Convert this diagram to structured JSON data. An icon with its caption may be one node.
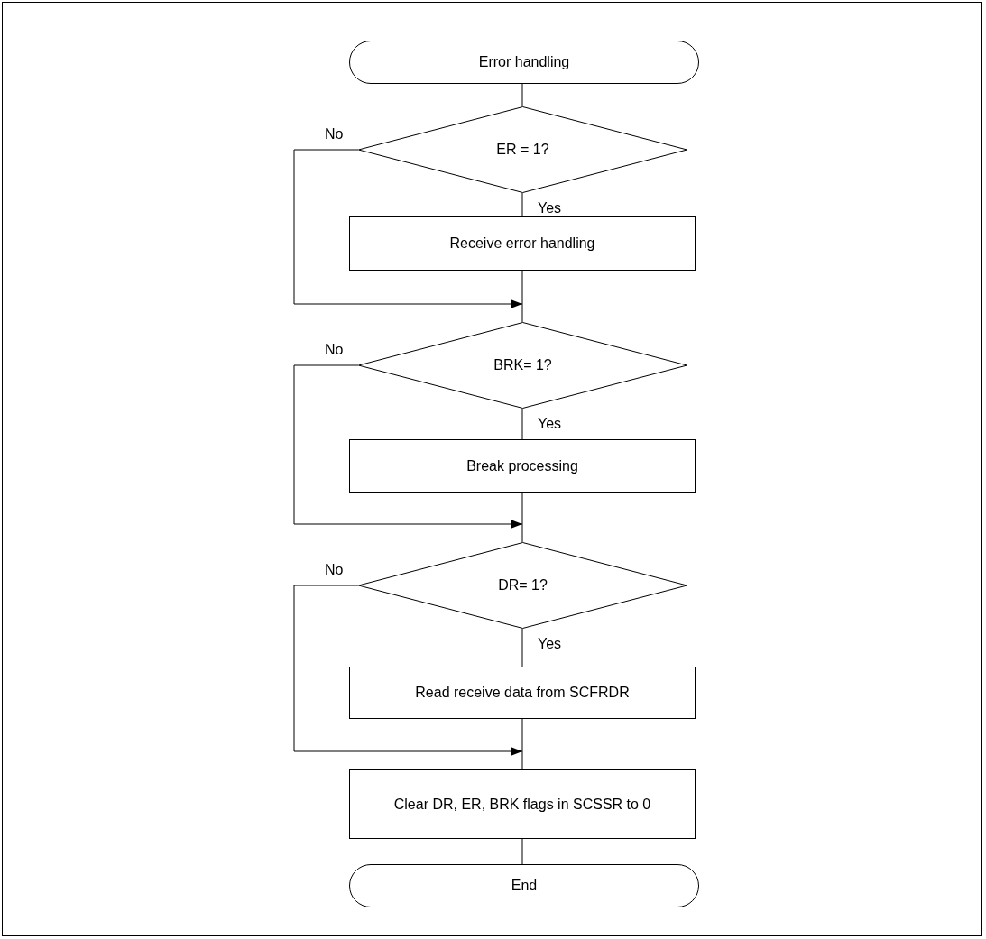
{
  "diagram": {
    "nodes": [
      {
        "text": [
          "Error handling"
        ]
      },
      {
        "text": [
          "ER = 1?"
        ]
      },
      {
        "text": [
          "Receive error handling"
        ]
      },
      {
        "text": [
          "BRK= 1?"
        ]
      },
      {
        "text": [
          "Break processing"
        ]
      },
      {
        "text": [
          "DR= 1?"
        ]
      },
      {
        "text": [
          "Read receive data from SCFRDR"
        ]
      },
      {
        "text": [
          "Clear DR, ER, BRK flags in SCSSR to 0"
        ]
      },
      {
        "text": [
          "End"
        ]
      }
    ],
    "edges": [
      {
        "from": 0,
        "to": 1,
        "arrow": "none"
      },
      {
        "from": 1,
        "to": 2,
        "arrow": "none",
        "label": "Yes"
      },
      {
        "from": 1,
        "to": 3,
        "arrow": "to",
        "label": "No"
      },
      {
        "from": 2,
        "to": 3,
        "arrow": "none"
      },
      {
        "from": 3,
        "to": 4,
        "arrow": "none",
        "label": "Yes"
      },
      {
        "from": 3,
        "to": 5,
        "arrow": "to",
        "label": "No"
      },
      {
        "from": 4,
        "to": 5,
        "arrow": "none"
      },
      {
        "from": 5,
        "to": 6,
        "arrow": "none",
        "label": "Yes"
      },
      {
        "from": 5,
        "to": 7,
        "arrow": "to",
        "label": "No"
      },
      {
        "from": 6,
        "to": 7,
        "arrow": "none"
      },
      {
        "from": 7,
        "to": 8,
        "arrow": "none"
      }
    ]
  }
}
